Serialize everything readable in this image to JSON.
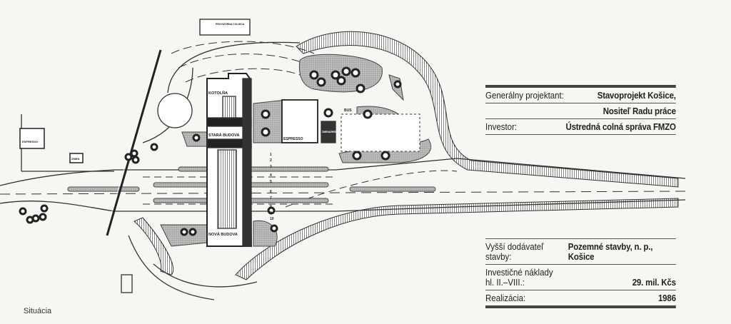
{
  "plan": {
    "labels": {
      "provisional_customs": "PROVIZÓRNA COLNICA",
      "boiler_room": "KOTOLŇA",
      "old_building": "STARÁ BUDOVA",
      "new_building": "NOVÁ BUDOVA",
      "espresso_center": "ESPRESSO",
      "espresso_left": "ESPRESSO",
      "bus": "BUS",
      "exchange": "ZMENÁREŇ",
      "small_booth": "ZMEN"
    },
    "lanes": [
      "1",
      "2",
      "3",
      "4",
      "5",
      "6",
      "7",
      "8",
      "9",
      "10"
    ]
  },
  "info_top": [
    {
      "label": "Generálny projektant:",
      "value": "Stavoprojekt Košice,"
    },
    {
      "label": "",
      "value": "Nositeľ Radu práce"
    },
    {
      "label": "Investor:",
      "value": "Ústredná colná správa FMZO"
    }
  ],
  "info_bottom": [
    {
      "label": "Vyšší dodávateľ stavby:",
      "value": "Pozemné stavby, n. p., Košice"
    },
    {
      "label": "Investičné náklady",
      "label2": "hl. II.–VIII.:",
      "value": "29. mil. Kčs"
    },
    {
      "label": "Realizácia:",
      "value": "1986"
    }
  ],
  "caption": "Situácia"
}
